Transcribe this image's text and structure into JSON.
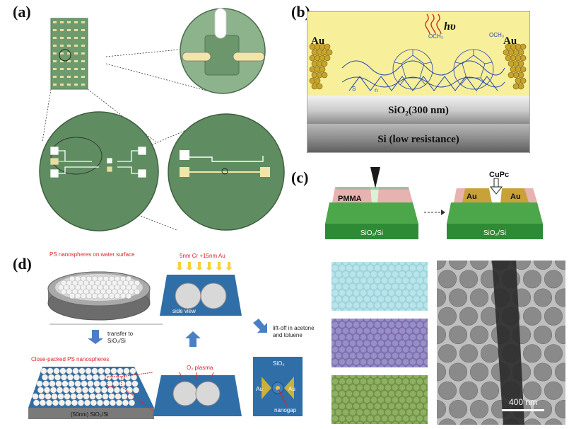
{
  "panel_labels": {
    "a": "(a)",
    "b": "(b)",
    "c": "(c)",
    "d": "(d)"
  },
  "panel_b": {
    "au_left": "Au",
    "au_right": "Au",
    "light": "hυ",
    "sio2": "SiO₂(300 nm)",
    "si": "Si (low resistance)",
    "sub_n": "n",
    "sulfur": "S",
    "methoxy": "OCH₃"
  },
  "panel_c": {
    "pmma": "PMMA",
    "substrate_left": "SiO₂/Si",
    "substrate_right": "SiO₂/Si",
    "cupc": "CuPc",
    "au_left": "Au",
    "au_right": "Au"
  },
  "panel_d": {
    "ps_water": "PS nanospheres on water surface",
    "transfer": "transfer to",
    "transfer2": "SiO₂/Si",
    "close_packed": "Close-packed PS nanospheres",
    "substrate": "(50nm) SiO₂/Si",
    "deposit": "5nm Cr +15nm Au",
    "side_view": "side view",
    "o2": "O₂ plasma",
    "liftoff": "lift-off in acetone",
    "liftoff2": "and toluene",
    "sio2": "SiO₂",
    "au_left": "Au",
    "au_right": "Au",
    "nanogap": "nanogap",
    "scale": "400 nm"
  },
  "colors": {
    "green_dark": "#5b8a5e",
    "green_light": "#8fb48f",
    "gold": "#e8d98a",
    "yellow_bg": "#f7ef9a",
    "blue_plate": "#2e6da4",
    "red_label": "#d7262b"
  }
}
